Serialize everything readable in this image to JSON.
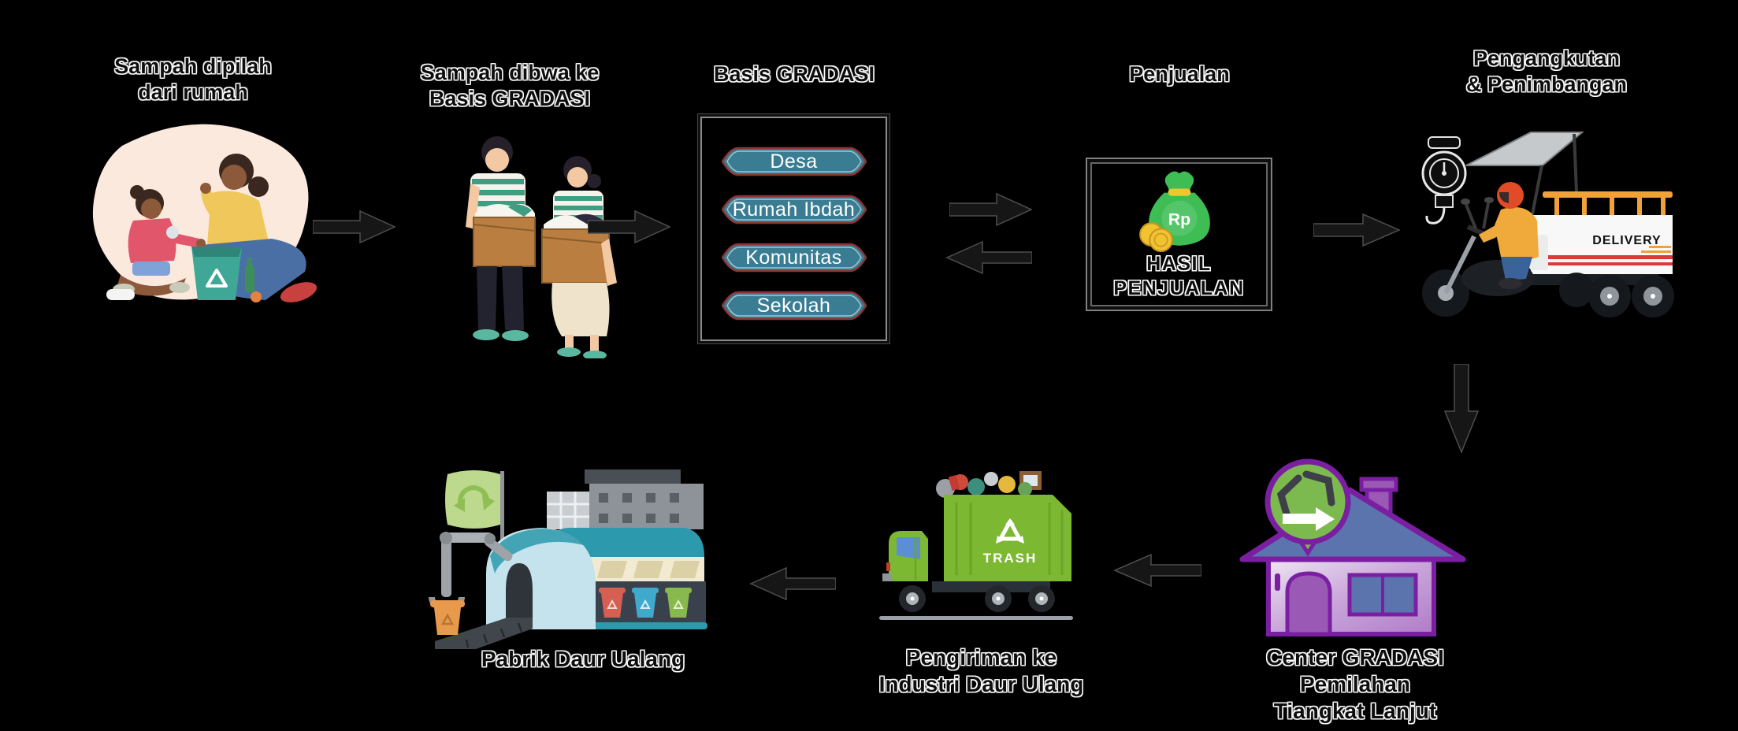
{
  "steps": {
    "sort_home": {
      "label_line1": "Sampah dipilah",
      "label_line2": "dari rumah"
    },
    "bring_to_basis": {
      "label_line1": "Sampah dibwa ke",
      "label_line2": "Basis GRADASI"
    },
    "basis_gradasi": {
      "title": "Basis GRADASI",
      "badges": [
        "Desa",
        "Rumah Ibdah",
        "Komunitas",
        "Sekolah"
      ]
    },
    "penjualan": {
      "title": "Penjualan",
      "box_line1": "HASIL",
      "box_line2": "PENJUALAN",
      "money_bag_currency": "Rp"
    },
    "pengangkutan": {
      "label_line1": "Pengangkutan",
      "label_line2": "& Penimbangan",
      "truck_text": "DELIVERY"
    },
    "center_gradasi": {
      "label_line1": "Center GRADASI",
      "label_line2": "Pemilahan",
      "label_line3": "Tiangkat Lanjut"
    },
    "pengiriman": {
      "label_line1": "Pengiriman ke",
      "label_line2": "Industri Daur Ulang",
      "truck_text": "TRASH"
    },
    "pabrik": {
      "label_line1": "Pabrik Daur Ualang"
    }
  },
  "connections": [
    {
      "from": "sort_home",
      "to": "bring_to_basis",
      "direction": "right"
    },
    {
      "from": "bring_to_basis",
      "to": "basis_gradasi",
      "direction": "right"
    },
    {
      "from": "basis_gradasi",
      "to": "penjualan",
      "direction": "right"
    },
    {
      "from": "penjualan",
      "to": "basis_gradasi",
      "direction": "left"
    },
    {
      "from": "penjualan",
      "to": "pengangkutan",
      "direction": "right"
    },
    {
      "from": "pengangkutan",
      "to": "center_gradasi",
      "direction": "down"
    },
    {
      "from": "center_gradasi",
      "to": "pengiriman",
      "direction": "left"
    },
    {
      "from": "pengiriman",
      "to": "pabrik",
      "direction": "left"
    }
  ],
  "icons": {
    "recycle": "♻",
    "arrow_right": "➡",
    "arrow_left": "⬅",
    "arrow_down": "⬇",
    "money_bag": "💰",
    "hanging_scale": "⚖"
  },
  "colors": {
    "background": "#000000",
    "arrow": "#161616",
    "label_text": "#0d0d0d",
    "label_outline": "#ffffff",
    "badge_fill": "#3A7D92",
    "badge_border": "#8C3434",
    "badge_text": "#ffffff",
    "money_bag_green": "#3EBD55",
    "coin_gold": "#F2C331",
    "house_outline_purple": "#7B1FA2",
    "house_roof_blue": "#5C74AD",
    "house_badge_green": "#7CB94E",
    "trash_truck_green": "#7CB832",
    "factory_teal": "#2D99AD",
    "factory_dome_blue": "#C4E3EC",
    "delivery_stripe_red": "#D93B3B",
    "rider_jacket_orange": "#F0AA3C",
    "rail_orange": "#F0A139"
  }
}
